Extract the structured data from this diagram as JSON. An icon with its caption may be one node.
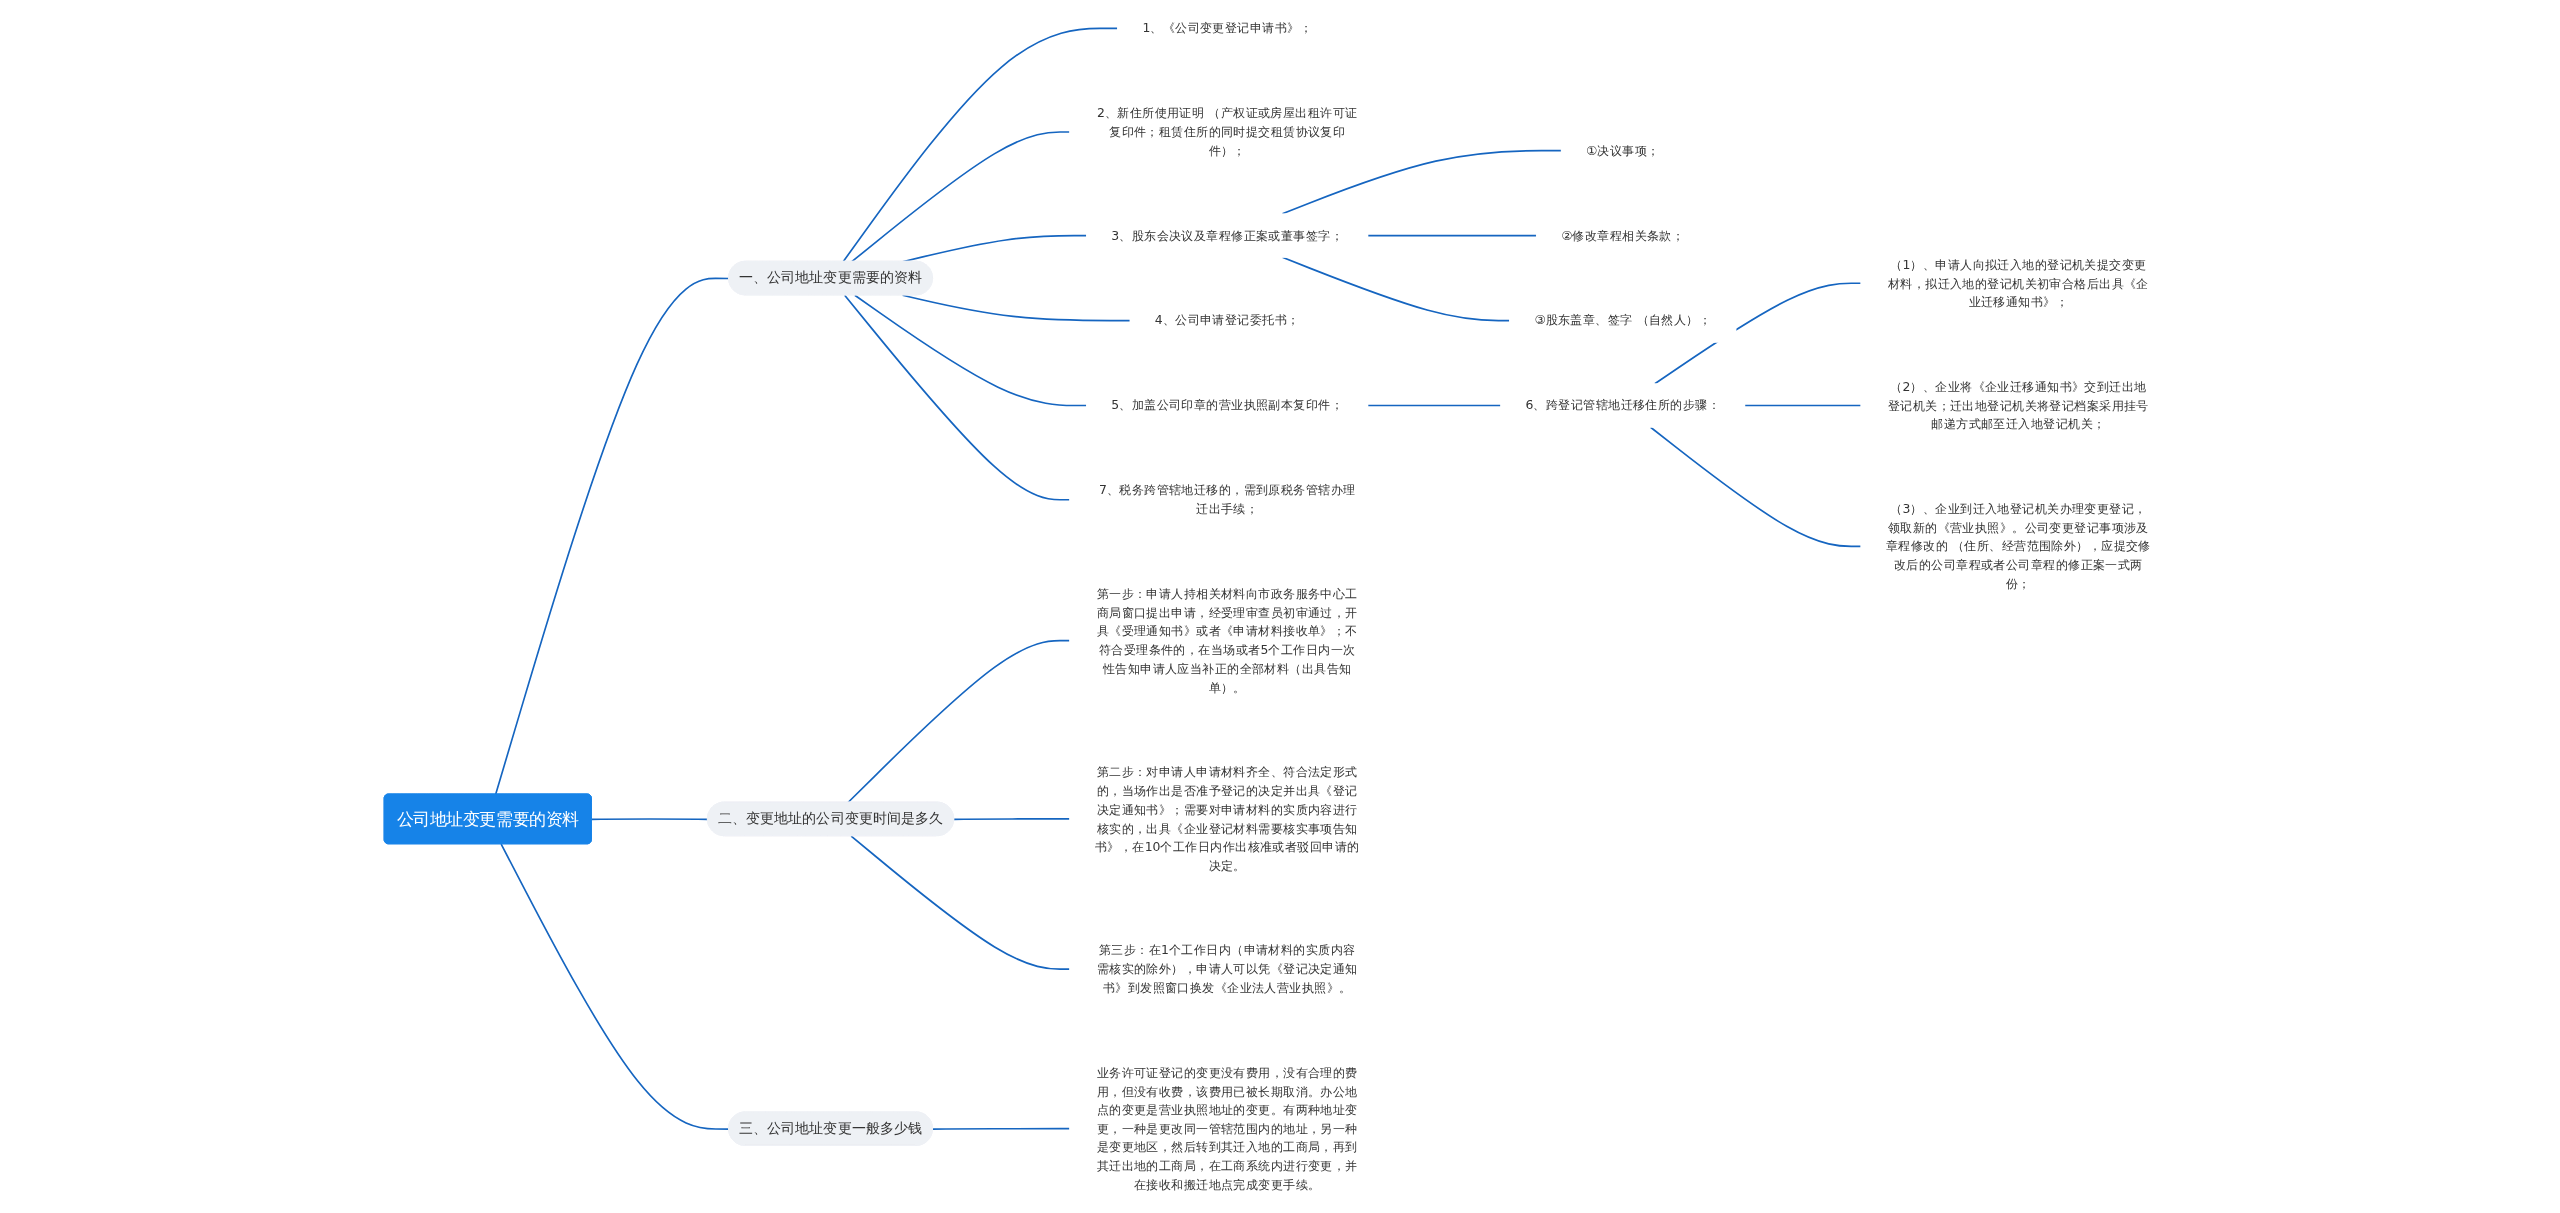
{
  "diagram": {
    "nodes": [
      {
        "text": [
          "公司地址变更需要的资料"
        ]
      },
      {
        "text": [
          "一、公司地址变更需要的资料"
        ]
      },
      {
        "text": [
          "1、《公司变更登记申请书》；"
        ]
      },
      {
        "text": [
          "2、新住所使用证明 （产权证或房屋出租许可证复印件；租赁住所的同时提交租赁协议复印件）；"
        ]
      },
      {
        "text": [
          "3、股东会决议及章程修正案或董事签字；"
        ]
      },
      {
        "text": [
          "①决议事项；"
        ]
      },
      {
        "text": [
          "②修改章程相关条款；"
        ]
      },
      {
        "text": [
          "③股东盖章、签字 （自然人）；"
        ]
      },
      {
        "text": [
          "4、公司申请登记委托书；"
        ]
      },
      {
        "text": [
          "5、加盖公司印章的营业执照副本复印件；"
        ]
      },
      {
        "text": [
          "6、跨登记管辖地迁移住所的步骤："
        ]
      },
      {
        "text": [
          "（1）、申请人向拟迁入地的登记机关提交变更材料，拟迁入地的登记机关初审合格后出具《企业迁移通知书》；"
        ]
      },
      {
        "text": [
          "（2）、企业将《企业迁移通知书》交到迁出地登记机关；迁出地登记机关将登记档案采用挂号邮递方式邮至迁入地登记机关；"
        ]
      },
      {
        "text": [
          "（3）、企业到迁入地登记机关办理变更登记，领取新的《营业执照》。公司变更登记事项涉及章程修改的 （住所、经营范围除外），应提交修改后的公司章程或者公司章程的修正案一式两份；"
        ]
      },
      {
        "text": [
          "7、税务跨管辖地迁移的，需到原税务管辖办理迁出手续；"
        ]
      },
      {
        "text": [
          "二、变更地址的公司变更时间是多久"
        ]
      },
      {
        "text": [
          "第一步：申请人持相关材料向市政务服务中心工商局窗口提出申请，经受理审查员初审通过，开具《受理通知书》或者《申请材料接收单》；不符合受理条件的，在当场或者5个工作日内一次性告知申请人应当补正的全部材料（出具告知单）。"
        ]
      },
      {
        "text": [
          "第二步：对申请人申请材料齐全、符合法定形式的，当场作出是否准予登记的决定并出具《登记决定通知书》；需要对申请材料的实质内容进行核实的，出具《企业登记材料需要核实事项告知书》，在10个工作日内作出核准或者驳回申请的决定。"
        ]
      },
      {
        "text": [
          "第三步：在1个工作日内（申请材料的实质内容需核实的除外），申请人可以凭《登记决定通知书》到发照窗口换发《企业法人营业执照》。"
        ]
      },
      {
        "text": [
          "三、公司地址变更一般多少钱"
        ]
      },
      {
        "text": [
          "业务许可证登记的变更没有费用，没有合理的费用，但没有收费，该费用已被长期取消。办公地点的变更是营业执照地址的变更。有两种地址变更，一种是更改同一管辖范围内的地址，另一种是变更地区，然后转到其迁入地的工商局，再到其迁出地的工商局，在工商系统内进行变更，并在接收和搬迁地点完成变更手续。"
        ]
      }
    ],
    "edges": [
      {
        "from": 0,
        "to": 1,
        "arrow": "none"
      },
      {
        "from": 1,
        "to": 2,
        "arrow": "none"
      },
      {
        "from": 1,
        "to": 3,
        "arrow": "none"
      },
      {
        "from": 1,
        "to": 4,
        "arrow": "none"
      },
      {
        "from": 4,
        "to": 5,
        "arrow": "none"
      },
      {
        "from": 4,
        "to": 6,
        "arrow": "none"
      },
      {
        "from": 4,
        "to": 7,
        "arrow": "none"
      },
      {
        "from": 1,
        "to": 8,
        "arrow": "none"
      },
      {
        "from": 1,
        "to": 9,
        "arrow": "none"
      },
      {
        "from": 9,
        "to": 10,
        "arrow": "none"
      },
      {
        "from": 10,
        "to": 11,
        "arrow": "none"
      },
      {
        "from": 10,
        "to": 12,
        "arrow": "none"
      },
      {
        "from": 10,
        "to": 13,
        "arrow": "none"
      },
      {
        "from": 1,
        "to": 14,
        "arrow": "none"
      },
      {
        "from": 0,
        "to": 15,
        "arrow": "none"
      },
      {
        "from": 15,
        "to": 16,
        "arrow": "none"
      },
      {
        "from": 15,
        "to": 17,
        "arrow": "none"
      },
      {
        "from": 15,
        "to": 18,
        "arrow": "none"
      },
      {
        "from": 0,
        "to": 19,
        "arrow": "none"
      },
      {
        "from": 19,
        "to": 20,
        "arrow": "none"
      }
    ]
  }
}
